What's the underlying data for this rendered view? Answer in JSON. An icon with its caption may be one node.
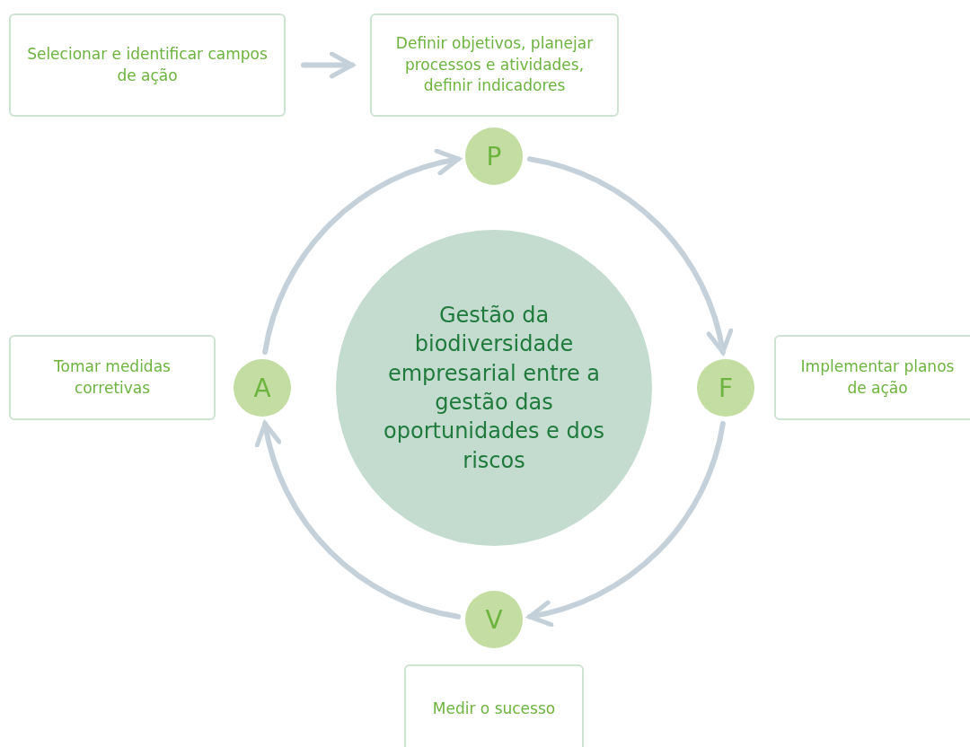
{
  "diagram": {
    "nodes": [
      {
        "text": [
          "Selecionar e identificar campos de ação"
        ]
      },
      {
        "text": [
          "Definir objetivos, planejar processos e atividades, definir indicadores"
        ]
      },
      {
        "text": [
          "P"
        ]
      },
      {
        "text": [
          "Tomar medidas corretivas"
        ]
      },
      {
        "text": [
          "A"
        ]
      },
      {
        "text": [
          "Gestão da biodiversidade empresarial entre a gestão das oportunidades e dos riscos"
        ]
      },
      {
        "text": [
          "F"
        ]
      },
      {
        "text": [
          "Implementar planos de ação"
        ]
      },
      {
        "text": [
          "V"
        ]
      },
      {
        "text": [
          "Medir o sucesso"
        ]
      }
    ],
    "edges": [
      {
        "from": 0,
        "to": 1,
        "arrow": "to"
      },
      {
        "from": 2,
        "to": 6,
        "arrow": "to"
      },
      {
        "from": 6,
        "to": 8,
        "arrow": "to"
      },
      {
        "from": 8,
        "to": 4,
        "arrow": "to"
      },
      {
        "from": 4,
        "to": 2,
        "arrow": "to"
      }
    ]
  }
}
